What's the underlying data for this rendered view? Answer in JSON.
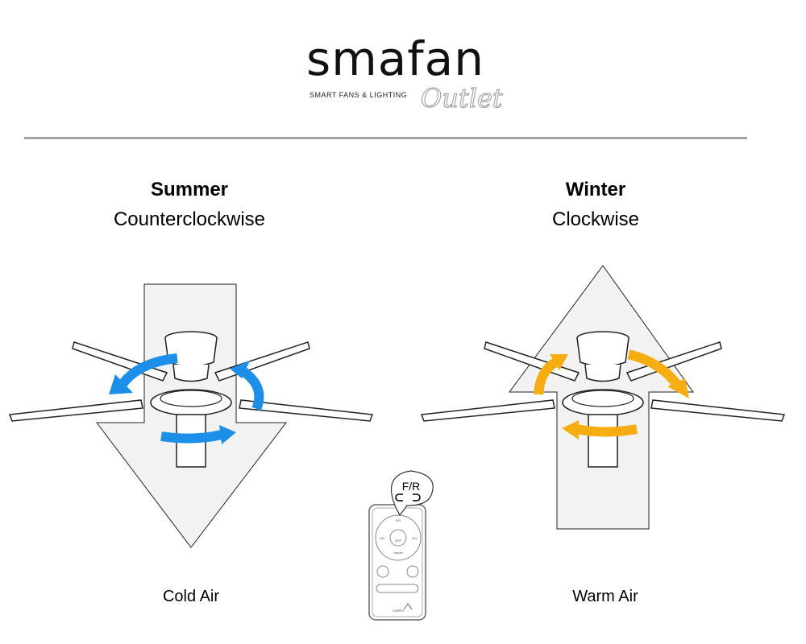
{
  "logo": {
    "brand": "smafan",
    "tagline": "SMART FANS & LIGHTING",
    "script": "Outlet"
  },
  "summer": {
    "title": "Summer",
    "direction": "Counterclockwise",
    "airflow": "Cold Air",
    "arrow_color": "#1e8fe8"
  },
  "winter": {
    "title": "Winter",
    "direction": "Clockwise",
    "airflow": "Warm Air",
    "arrow_color": "#f5ad12"
  },
  "remote": {
    "callout": "F/R",
    "fr_label": "F/R",
    "off_label": "OFF",
    "on_left": "ON",
    "on_right": "ON",
    "nature": "Nature",
    "brand": "CARRO"
  }
}
